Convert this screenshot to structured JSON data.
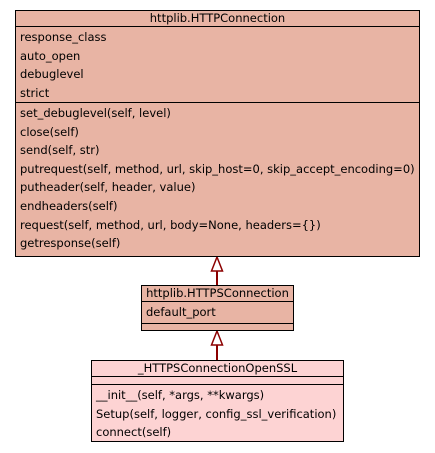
{
  "colors": {
    "base_fill": "#e8b4a4",
    "mid_fill": "#e8b4a4",
    "leaf_fill": "#fdd3d3",
    "arrow_stroke": "#8b0000"
  },
  "classes": {
    "http_connection": {
      "title": "httplib.HTTPConnection",
      "attributes": [
        "response_class",
        "auto_open",
        "debuglevel",
        "strict"
      ],
      "methods": [
        "set_debuglevel(self, level)",
        "close(self)",
        "send(self, str)",
        "putrequest(self, method, url, skip_host=0, skip_accept_encoding=0)",
        "putheader(self, header, value)",
        "endheaders(self)",
        "request(self, method, url, body=None, headers={})",
        "getresponse(self)"
      ]
    },
    "https_connection": {
      "title": "httplib.HTTPSConnection",
      "attributes": [
        "default_port"
      ],
      "methods": []
    },
    "https_openssl": {
      "title": "_HTTPSConnectionOpenSSL",
      "attributes": [],
      "methods": [
        "__init__(self, *args, **kwargs)",
        "Setup(self, logger, config_ssl_verification)",
        "connect(self)"
      ]
    }
  }
}
